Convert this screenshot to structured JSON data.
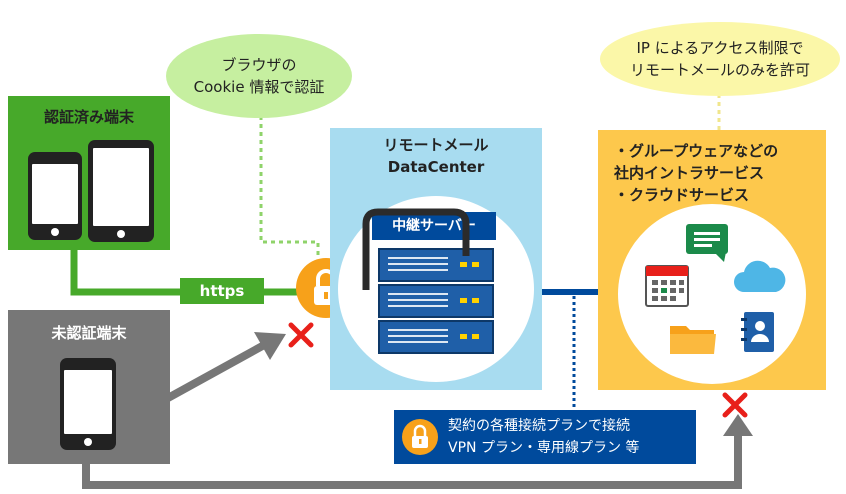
{
  "bubbles": {
    "cookie": "ブラウザの\nCookie 情報で認証",
    "ip": "IP によるアクセス制限で\nリモートメールのみを許可"
  },
  "authenticated": {
    "title": "認証済み端末"
  },
  "unauthenticated": {
    "title": "未認証端末"
  },
  "datacenter": {
    "title": "リモートメール\nDataCenter",
    "relay_label": "中継サーバー"
  },
  "https_label": "https",
  "services": {
    "title": "・グループウェアなどの\n社内イントラサービス\n・クラウドサービス"
  },
  "vpn": {
    "text": "契約の各種接続プランで接続\nVPN プラン・専用線プラン 等"
  },
  "colors": {
    "green": "#47a92a",
    "light_green": "#8fd36a",
    "gray": "#777777",
    "light_blue": "#a8dcf0",
    "orange": "#f7a11a",
    "yellow_box": "#fdc84c",
    "navy": "#004a9c",
    "red": "#e8201a"
  }
}
